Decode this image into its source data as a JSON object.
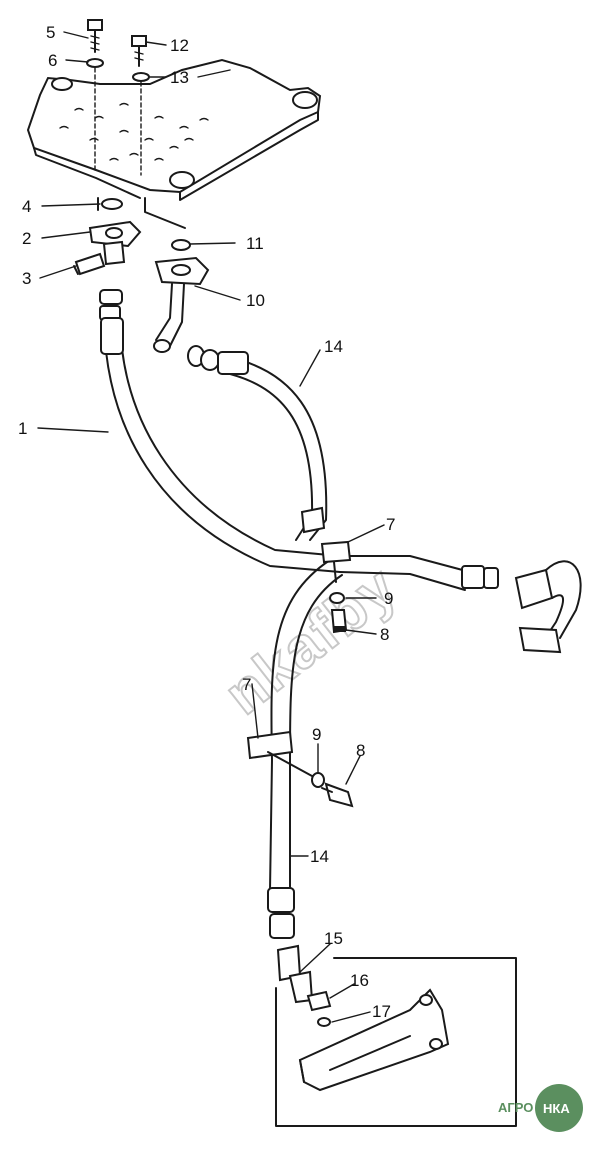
{
  "callouts": {
    "c1": "1",
    "c2": "2",
    "c3": "3",
    "c4": "4",
    "c5": "5",
    "c6": "6",
    "c7a": "7",
    "c7b": "7",
    "c8a": "8",
    "c8b": "8",
    "c9a": "9",
    "c9b": "9",
    "c10": "10",
    "c11": "11",
    "c12": "12",
    "c13": "13",
    "c14a": "14",
    "c14b": "14",
    "c15": "15",
    "c16": "16",
    "c17": "17"
  },
  "watermark": "nkafby",
  "logo": {
    "left_text": "АГРО",
    "right_text": "НКА",
    "color": "#5b8f5f"
  }
}
